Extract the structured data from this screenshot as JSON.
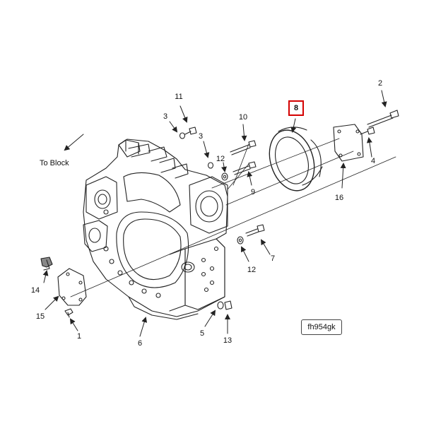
{
  "callouts": {
    "c1": "1",
    "c2": "2",
    "c3a": "3",
    "c3b": "3",
    "c4": "4",
    "c5": "5",
    "c6": "6",
    "c7": "7",
    "c8": "8",
    "c9": "9",
    "c10": "10",
    "c11": "11",
    "c12a": "12",
    "c12b": "12",
    "c13": "13",
    "c14": "14",
    "c15": "15",
    "c16": "16"
  },
  "direction_label": "To Block",
  "figure_ref": "fh954gk",
  "highlighted_part": "8",
  "colors": {
    "highlight": "#d40000",
    "line": "#222222"
  }
}
